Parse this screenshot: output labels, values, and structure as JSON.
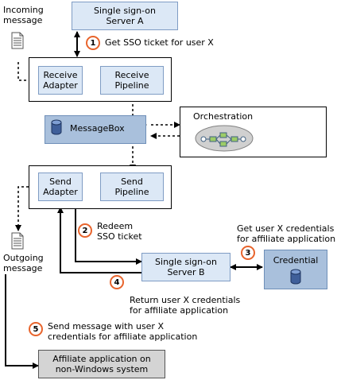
{
  "incoming_message": [
    "Incoming",
    "message"
  ],
  "outgoing_message": [
    "Outgoing",
    "message"
  ],
  "sso_server_a": [
    "Single sign-on",
    "Server A"
  ],
  "sso_server_b": [
    "Single sign-on",
    "Server B"
  ],
  "receive_adapter": [
    "Receive",
    "Adapter"
  ],
  "receive_pipeline": [
    "Receive",
    "Pipeline"
  ],
  "send_adapter": [
    "Send",
    "Adapter"
  ],
  "send_pipeline": [
    "Send",
    "Pipeline"
  ],
  "messagebox": "MessageBox",
  "orchestration": "Orchestration",
  "credential": "Credential",
  "affiliate_app": [
    "Affiliate application on",
    "non-Windows system"
  ],
  "steps": [
    {
      "num": "1",
      "text": [
        "Get SSO ticket for user X"
      ]
    },
    {
      "num": "2",
      "text": [
        "Redeem",
        "SSO ticket"
      ]
    },
    {
      "num": "3",
      "text": [
        "Get user X credentials",
        "for affiliate application"
      ]
    },
    {
      "num": "4",
      "text": [
        "Return user X credentials",
        "for affiliate application"
      ]
    },
    {
      "num": "5",
      "text": [
        "Send message with user X",
        "credentials for affiliate application"
      ]
    }
  ]
}
